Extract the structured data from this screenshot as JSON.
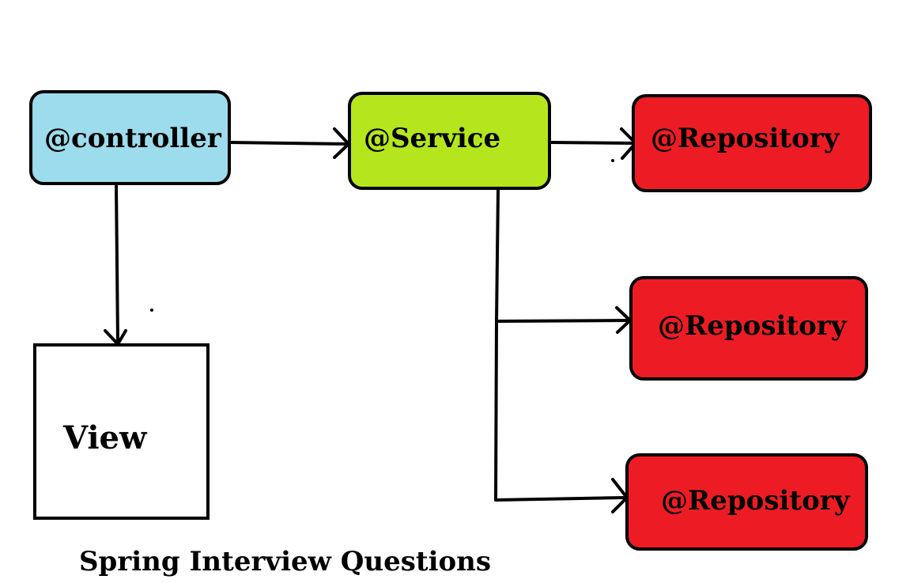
{
  "diagram": {
    "nodes": [
      {
        "id": "controller",
        "label": "@controller",
        "color": "#9ddcec"
      },
      {
        "id": "service",
        "label": "@Service",
        "color": "#b5e61d"
      },
      {
        "id": "repository_1",
        "label": "@Repository",
        "color": "#ed1c24"
      },
      {
        "id": "repository_2",
        "label": "@Repository",
        "color": "#ed1c24"
      },
      {
        "id": "repository_3",
        "label": "@Repository",
        "color": "#ed1c24"
      },
      {
        "id": "view",
        "label": "View",
        "color": "#ffffff"
      }
    ],
    "edges": [
      {
        "from": "controller",
        "to": "service"
      },
      {
        "from": "controller",
        "to": "view"
      },
      {
        "from": "service",
        "to": "repository_1"
      },
      {
        "from": "service",
        "to": "repository_2"
      },
      {
        "from": "service",
        "to": "repository_3"
      }
    ],
    "caption": "Spring Interview Questions"
  }
}
